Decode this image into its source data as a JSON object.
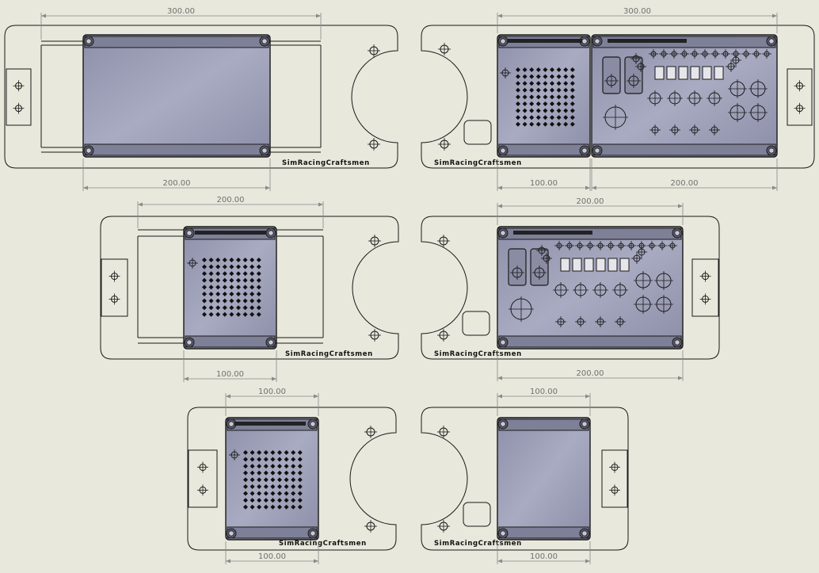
{
  "brand_text": "SimRacingCraftsmen",
  "colors": {
    "background": "#e8e8dc",
    "line": "#1a1a1a",
    "box_fill": "#9a9cb4",
    "dimension": "#8a8a8a"
  },
  "dimensions": {
    "d300": "300.00",
    "d200": "200.00",
    "d100": "100.00"
  }
}
